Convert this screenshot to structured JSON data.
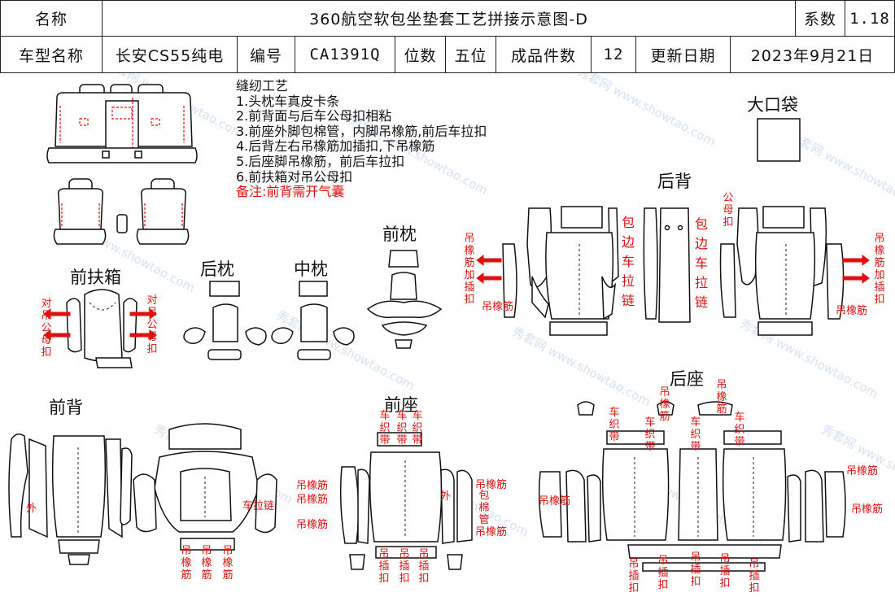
{
  "header": {
    "name_label": "名称",
    "title": "360航空软包坐垫套工艺拼接示意图-D",
    "coef_label": "系数",
    "coef_value": "1.18",
    "model_label": "车型名称",
    "model_value": "长安CS55纯电",
    "code_label": "编号",
    "code_value": "CA1391Q",
    "seats_label": "位数",
    "seats_value": "五位",
    "pieces_label": "成品件数",
    "pieces_value": "12",
    "date_label": "更新日期",
    "date_value": "2023年9月21日"
  },
  "notes": {
    "title": "缝纫工艺",
    "items": [
      "1.头枕车真皮卡条",
      "2.前背面与后车公母扣相粘",
      "3.前座外脚包棉管，内脚吊橡筋,前后车拉扣",
      "4.后背左右吊橡筋加插扣,下吊橡筋",
      "5.后座脚吊橡筋，前后车拉扣",
      "6.前扶箱对吊公母扣"
    ],
    "remark": "备注:前背需开气囊"
  },
  "sections": {
    "big_pocket": "大口袋",
    "rear_back": "后背",
    "front_headrest": "前枕",
    "front_armrest": "前扶箱",
    "rear_headrest": "后枕",
    "middle_headrest": "中枕",
    "front_back": "前背",
    "front_seat": "前座",
    "rear_seat": "后座"
  },
  "annotations": {
    "duidiao": "对吊公母扣",
    "gongmu": "公母扣",
    "diao_jia": "吊橡筋加插扣",
    "diaoxj": "吊橡筋",
    "baobian": "包边车拉链",
    "chelalian": "车拉链",
    "wai": "外",
    "chezhidai": "车织带",
    "diaochakou": "吊插扣",
    "baomianguan": "包棉管"
  },
  "watermark": "秀套网 www.showtao.com",
  "colors": {
    "annotation_red": "#e01010",
    "line": "#111111",
    "watermark": "#c8d8ef"
  }
}
